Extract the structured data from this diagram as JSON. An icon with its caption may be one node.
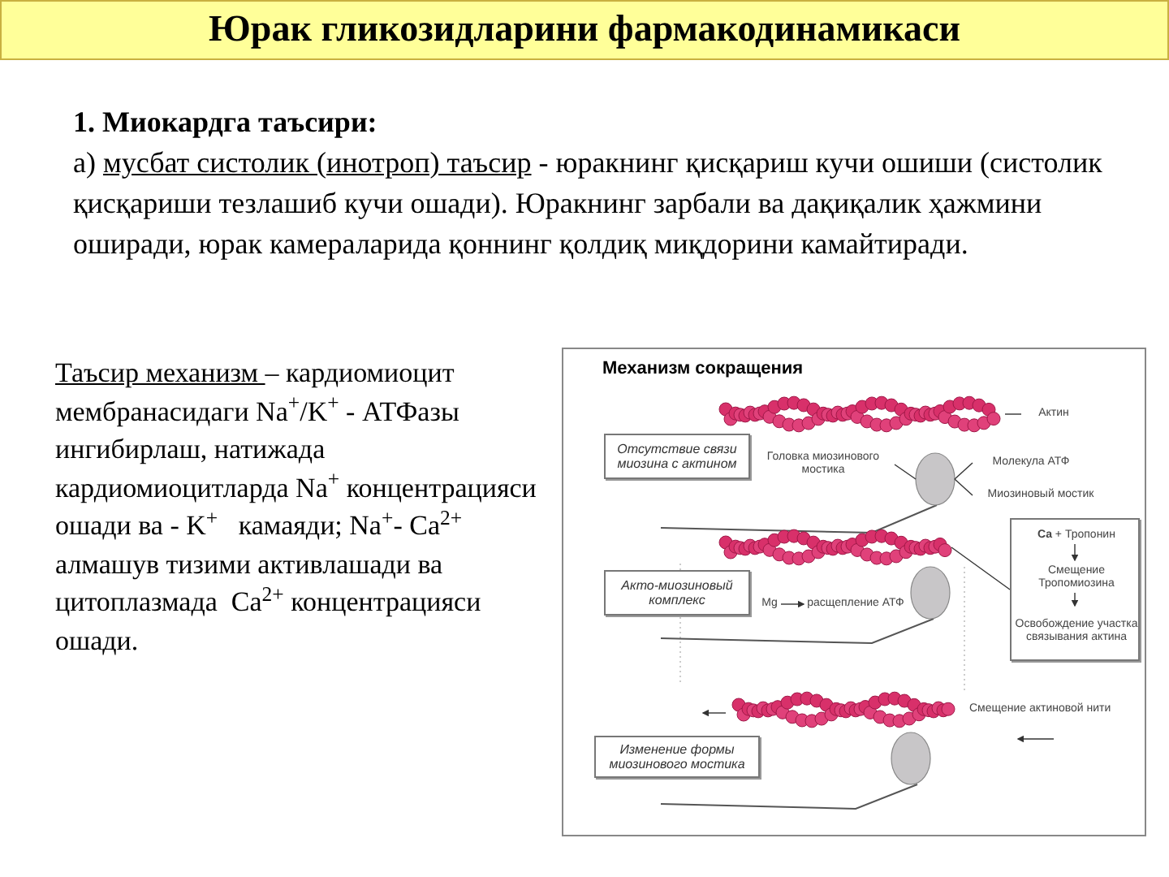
{
  "diagram": {
    "title": "Юрак гликозидларини фармакодинамикаси",
    "nodes": [
      {
        "text": [
          "Отсутствие связи миозина с актином"
        ]
      },
      {
        "text": [
          "Актин"
        ]
      },
      {
        "text": [
          "Головка миозинового мостика"
        ]
      },
      {
        "text": [
          "Молекула АТФ"
        ]
      },
      {
        "text": [
          "Миозиновый мостик"
        ]
      },
      {
        "text": [],
        "shape": "box"
      },
      {
        "text": [
          "**Ca** + Тропонин"
        ],
        "in": 5
      },
      {
        "text": [
          "Смещение Тропомиозина"
        ],
        "in": 5
      },
      {
        "text": [
          "Освобождение участка связывания актина"
        ],
        "in": 5
      },
      {
        "text": [
          "Акто-миозиновый комплекс"
        ]
      },
      {
        "text": [
          "Mg"
        ]
      },
      {
        "text": [
          "расщепление АТФ"
        ]
      },
      {
        "text": [
          "Изменение формы миозинового мостика"
        ]
      },
      {
        "text": [],
        "shape": "picture"
      },
      {
        "text": [],
        "shape": "circle"
      },
      {
        "text": [],
        "shape": "picture"
      }
    ],
    "edges": [
      {
        "from": 1,
        "to": 13,
        "arrow": "none"
      },
      {
        "from": 2,
        "to": 14,
        "arrow": "none"
      },
      {
        "from": 3,
        "to": 14,
        "arrow": "none"
      },
      {
        "from": 4,
        "to": 14,
        "arrow": "none"
      },
      {
        "from": 5,
        "to": 15,
        "arrow": "none"
      },
      {
        "from": 6,
        "to": 7,
        "arrow": "to"
      },
      {
        "from": 7,
        "to": 8,
        "arrow": "to"
      },
      {
        "from": 10,
        "to": 11,
        "arrow": "to"
      }
    ],
    "labels": [
      "1. Миокардга таъсири:",
      "а)",
      "мусбат систолик (инотроп) таъсир",
      "- юракнинг қисқариш кучи ошиши (систолик қисқариши тезлашиб кучи ошади). Юракнинг зарбали ва дақиқалик ҳажмини оширади, юрак камераларида қоннинг қолдиқ миқдорини камайтиради.",
      "Таъсир механизм ",
      "– кардиомиоцит мембранасидаги Na$^{+}$/K$^{+}$ - АТФазы ингибирлаш, натижада кардиомиоцитларда Na$^{+}$ концентрацияси ошади ва - K$^{+}$   камаяди; Na$^{+}$- Ca$^{2+}$ алмашув тизими активлашади ва цитоплазмада  Ca$^{2+}$ концентрацияси ошади.",
      "Механизм сокращения",
      "Смещение актиновой нити"
    ]
  }
}
